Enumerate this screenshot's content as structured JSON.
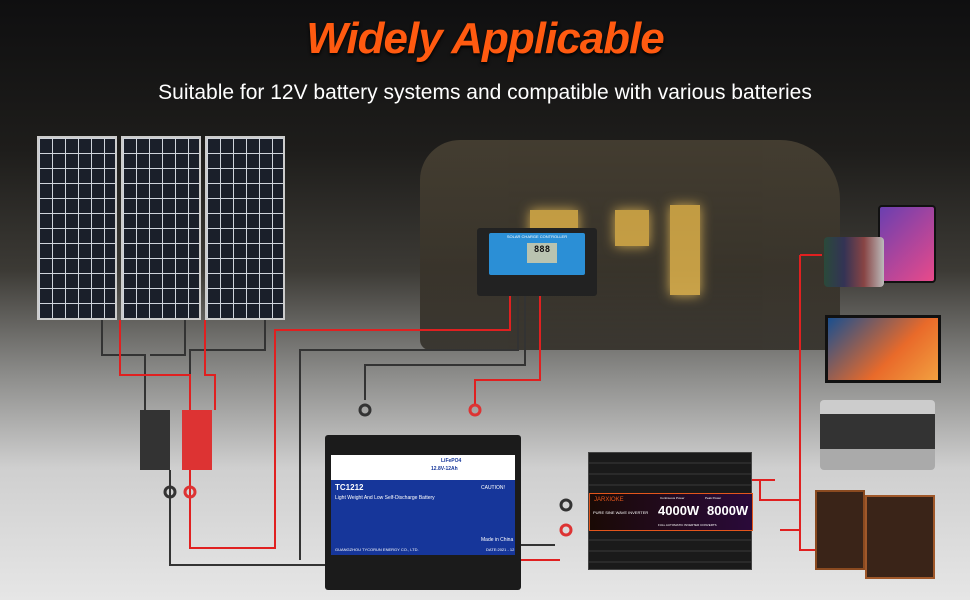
{
  "header": {
    "title": "Widely Applicable",
    "subtitle": "Suitable for 12V battery systems and compatible with various batteries"
  },
  "controller": {
    "title": "SOLAR CHARGE CONTROLLER",
    "display": "888"
  },
  "battery": {
    "chemistry": "LiFePO4",
    "rating": "12.8V-12Ah",
    "model": "TC1212",
    "tagline": "Light Weight And Low Self-Discharge Battery",
    "caution": "CAUTION!",
    "origin": "Made in China",
    "maker": "GUANGZHOU TYCORUN ENERGY CO., LTD.",
    "date": "DATE:2021 - 12"
  },
  "inverter": {
    "brand": "JARXIOKE",
    "type": "PURE SINE WAVE INVERTER",
    "continuous_label": "Continuous Power",
    "continuous": "4000W",
    "peak_label": "Peak Power",
    "peak": "8000W",
    "footer": "FULL AUTOMATIC INVERTER CONVERTS"
  },
  "colors": {
    "title": "#ff5a10",
    "wire_pos": "#e02020",
    "wire_neg": "#333333"
  }
}
